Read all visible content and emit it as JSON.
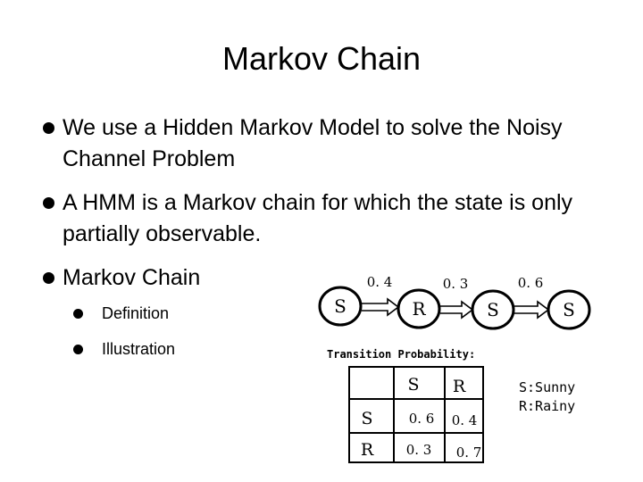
{
  "slide": {
    "title": "Markov Chain",
    "bullets": [
      {
        "text": "We use a Hidden Markov Model to solve the Noisy Channel Problem",
        "sub": []
      },
      {
        "text": "A HMM is a Markov chain for which the state is only partially observable.",
        "sub": []
      },
      {
        "text": "Markov Chain",
        "sub": [
          "Definition",
          "Illustration"
        ]
      }
    ]
  },
  "diagram": {
    "states": [
      "S",
      "R",
      "S",
      "S"
    ],
    "transitions": [
      "0. 4",
      "0. 3",
      "0. 6"
    ],
    "table_title": "Transition Probability:",
    "table": {
      "col_headers": [
        "S",
        "R"
      ],
      "rows": [
        {
          "label": "S",
          "values": [
            "0. 6",
            "0. 4"
          ]
        },
        {
          "label": "R",
          "values": [
            "0. 3",
            "0. 7"
          ]
        }
      ]
    },
    "legend": [
      "S:Sunny",
      "R:Rainy"
    ]
  }
}
